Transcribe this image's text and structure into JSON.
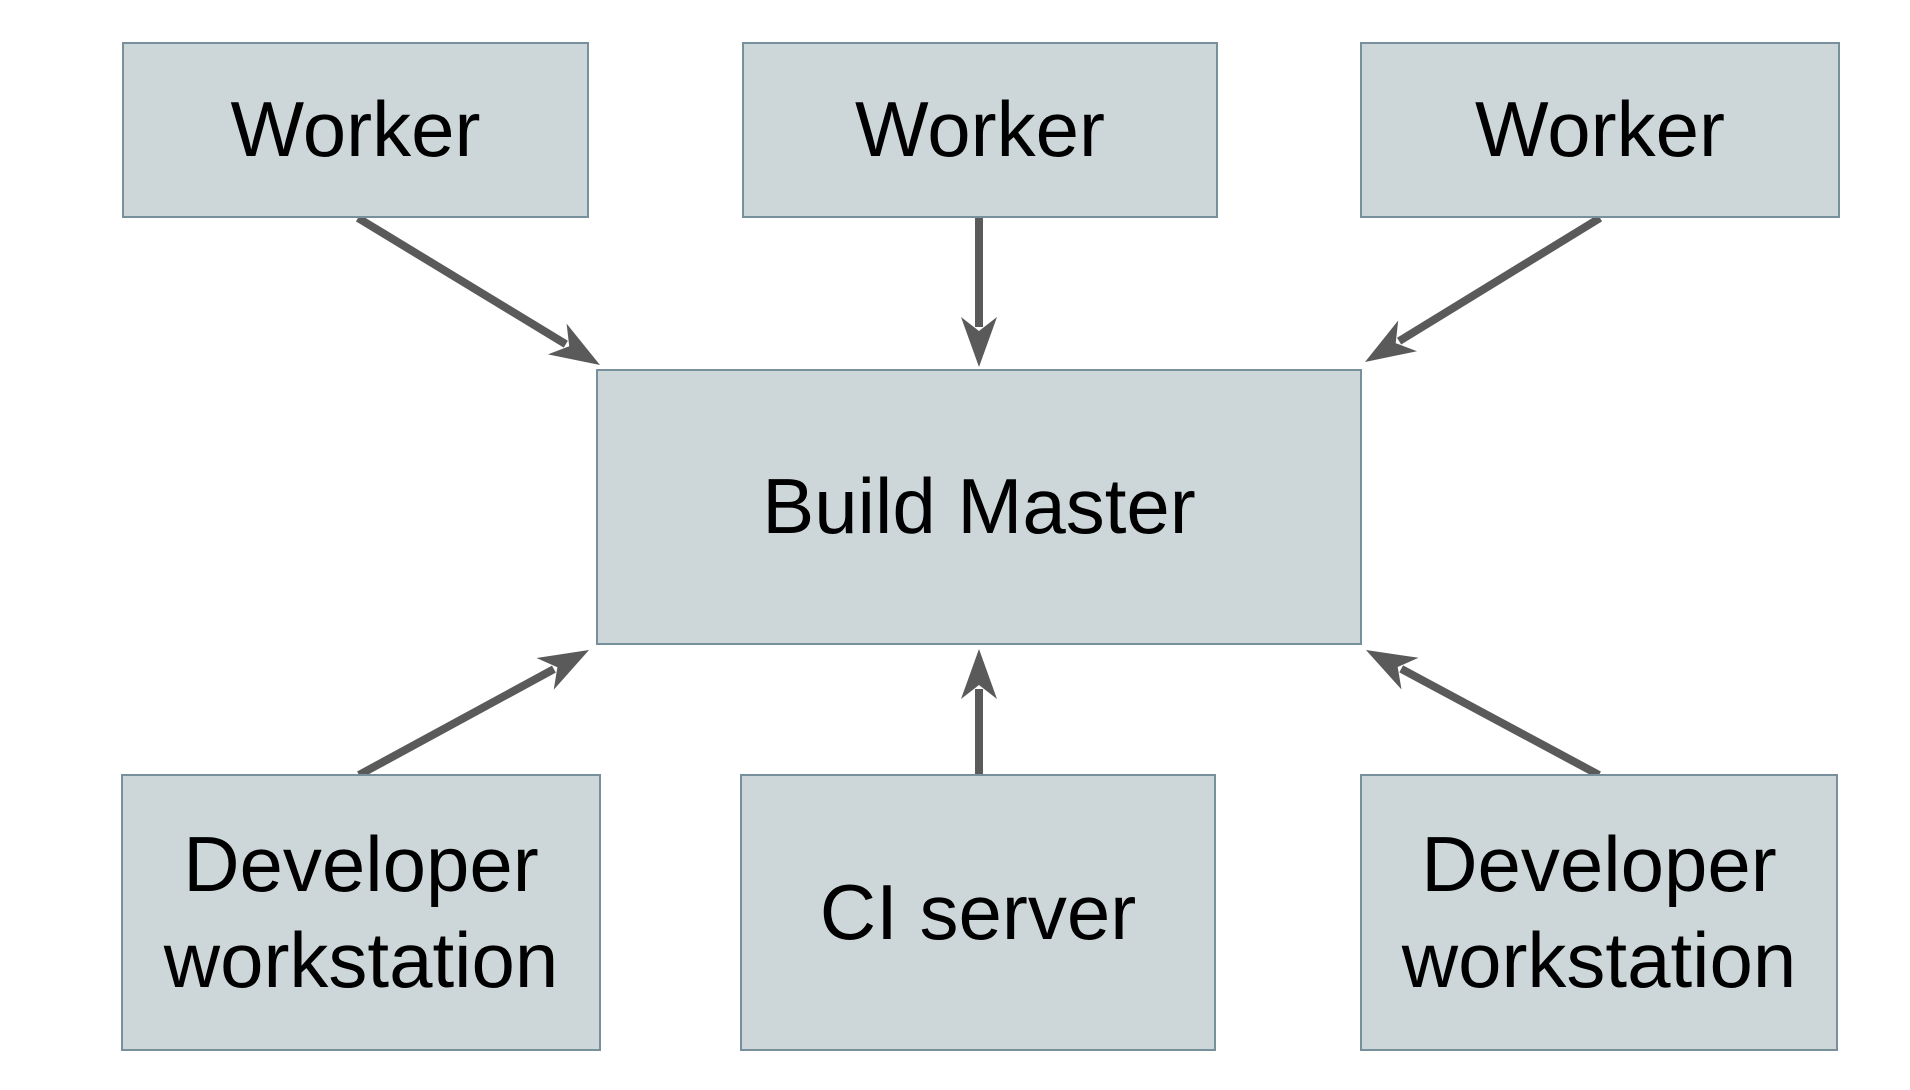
{
  "diagram": {
    "nodes": [
      {
        "id": "worker-1",
        "label": "Worker"
      },
      {
        "id": "worker-2",
        "label": "Worker"
      },
      {
        "id": "worker-3",
        "label": "Worker"
      },
      {
        "id": "build-master",
        "label": "Build Master"
      },
      {
        "id": "developer-workstation-left",
        "label": "Developer workstation"
      },
      {
        "id": "ci-server",
        "label": "CI server"
      },
      {
        "id": "developer-workstation-right",
        "label": "Developer workstation"
      }
    ],
    "edges": [
      {
        "from": "worker-1",
        "to": "build-master"
      },
      {
        "from": "worker-2",
        "to": "build-master"
      },
      {
        "from": "worker-3",
        "to": "build-master"
      },
      {
        "from": "developer-workstation-left",
        "to": "build-master"
      },
      {
        "from": "ci-server",
        "to": "build-master"
      },
      {
        "from": "developer-workstation-right",
        "to": "build-master"
      }
    ],
    "colors": {
      "background": "#ffffff",
      "node_fill": "#cdd7da",
      "node_border": "#78909c",
      "arrow": "#5a5a5a",
      "text": "#000000"
    }
  }
}
